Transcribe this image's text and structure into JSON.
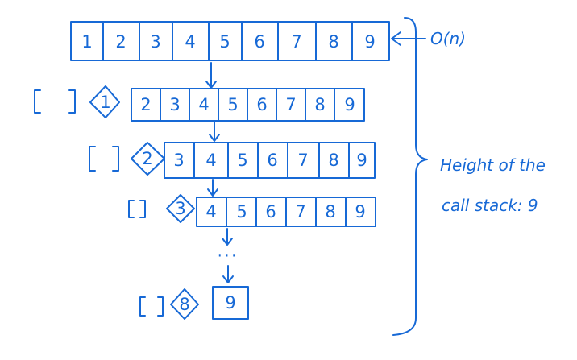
{
  "rows": [
    {
      "pivot": "",
      "cells": [
        "1",
        "2",
        "3",
        "4",
        "5",
        "6",
        "7",
        "8",
        "9"
      ]
    },
    {
      "pivot": "1",
      "cells": [
        "2",
        "3",
        "4",
        "5",
        "6",
        "7",
        "8",
        "9"
      ]
    },
    {
      "pivot": "2",
      "cells": [
        "3",
        "4",
        "5",
        "6",
        "7",
        "8",
        "9"
      ]
    },
    {
      "pivot": "3",
      "cells": [
        "4",
        "5",
        "6",
        "7",
        "8",
        "9"
      ]
    },
    {
      "pivot": "8",
      "cells": [
        "9"
      ]
    }
  ],
  "ellipsis": "...",
  "annotations": {
    "complexity": "O(n)",
    "height_line1": "Height of the",
    "height_line2": "call stack: 9"
  },
  "colors": {
    "ink": "#1769d6",
    "background": "#ffffff"
  }
}
